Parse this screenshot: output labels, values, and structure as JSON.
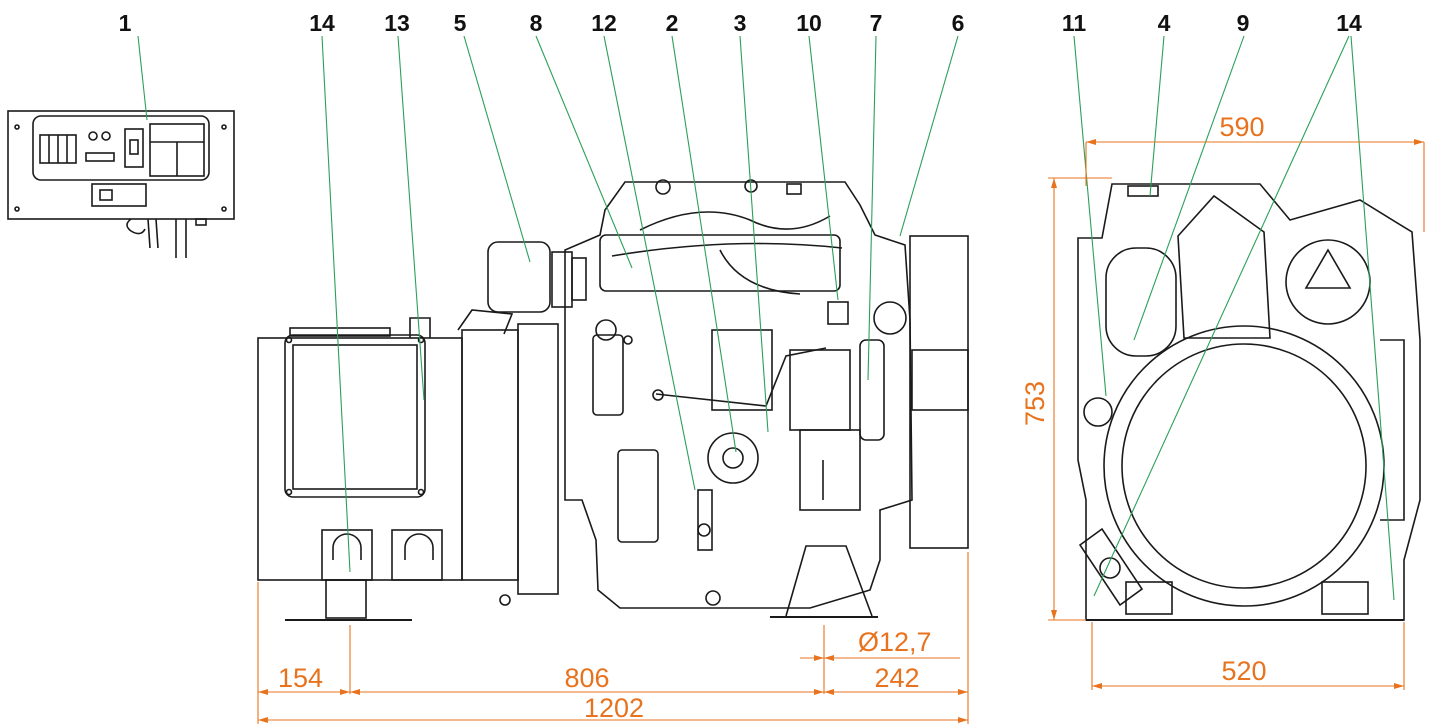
{
  "callouts": [
    "1",
    "14",
    "13",
    "5",
    "8",
    "12",
    "2",
    "3",
    "10",
    "7",
    "6",
    "11",
    "4",
    "9",
    "14"
  ],
  "dimensions": {
    "overall_length": "1202",
    "segment_left": "154",
    "segment_middle": "806",
    "segment_right": "242",
    "hole_diameter": "Ø12,7",
    "height": "753",
    "width_top": "590",
    "width_bottom": "520"
  },
  "colors": {
    "leader": "#2aa05a",
    "dimension": "#e8731e",
    "outline": "#1a1a1a"
  }
}
